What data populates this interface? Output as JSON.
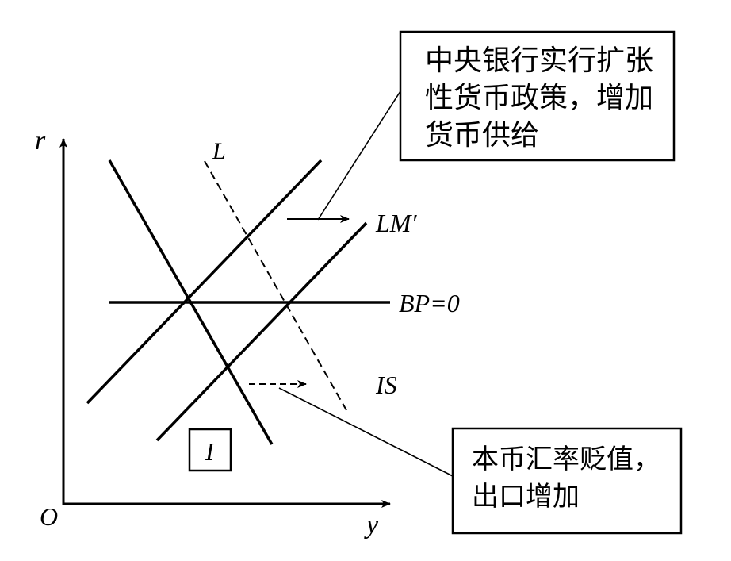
{
  "axes": {
    "y_axis_label": "r",
    "x_axis_label": "y",
    "origin_label": "O"
  },
  "curves": {
    "lm_label": "LM′",
    "bp_label": "BP=0",
    "is_label": "IS",
    "l_label": "L"
  },
  "region_box": {
    "label": "I"
  },
  "callouts": {
    "monetary": {
      "lines": [
        "中央银行实行扩张",
        "性货币政策，增加",
        "货币供给"
      ]
    },
    "exchange": {
      "lines": [
        "本币汇率贬值，",
        "出口增加"
      ]
    }
  }
}
